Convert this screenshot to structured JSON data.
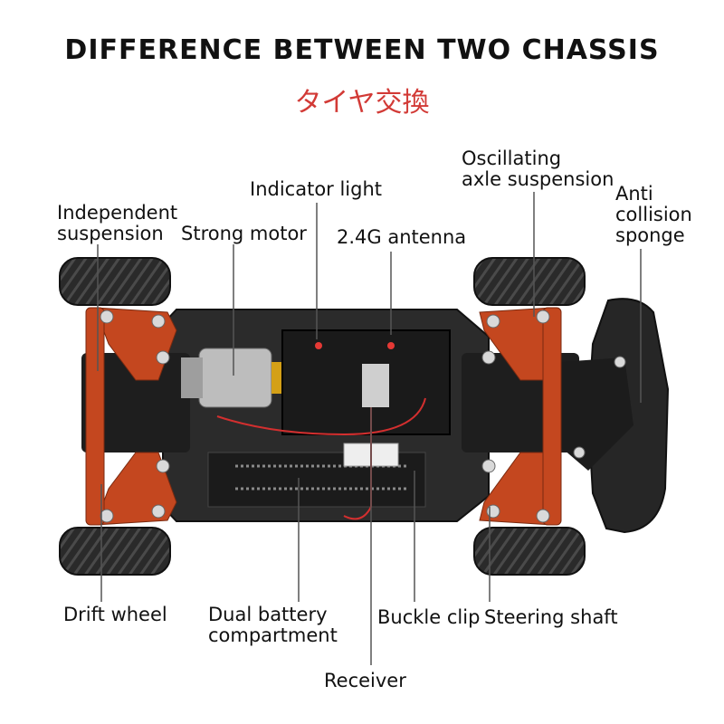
{
  "header": {
    "title": "DIFFERENCE BETWEEN TWO CHASSIS",
    "subtitle": "タイヤ交換"
  },
  "callouts": {
    "independent_suspension": [
      "Independent",
      "suspension"
    ],
    "strong_motor": "Strong motor",
    "indicator_light": "Indicator light",
    "antenna": "2.4G antenna",
    "oscillating_axle": [
      "Oscillating",
      "axle suspension"
    ],
    "anti_collision": [
      "Anti",
      "collision",
      "sponge"
    ],
    "drift_wheel": "Drift wheel",
    "dual_battery": [
      "Dual battery",
      "compartment"
    ],
    "buckle_clip": "Buckle clip",
    "steering_shaft": "Steering shaft",
    "receiver": "Receiver"
  },
  "colors": {
    "subtitle": "#d23a36",
    "suspension_arms": "#c4471f",
    "chassis": "#2b2b2b"
  }
}
